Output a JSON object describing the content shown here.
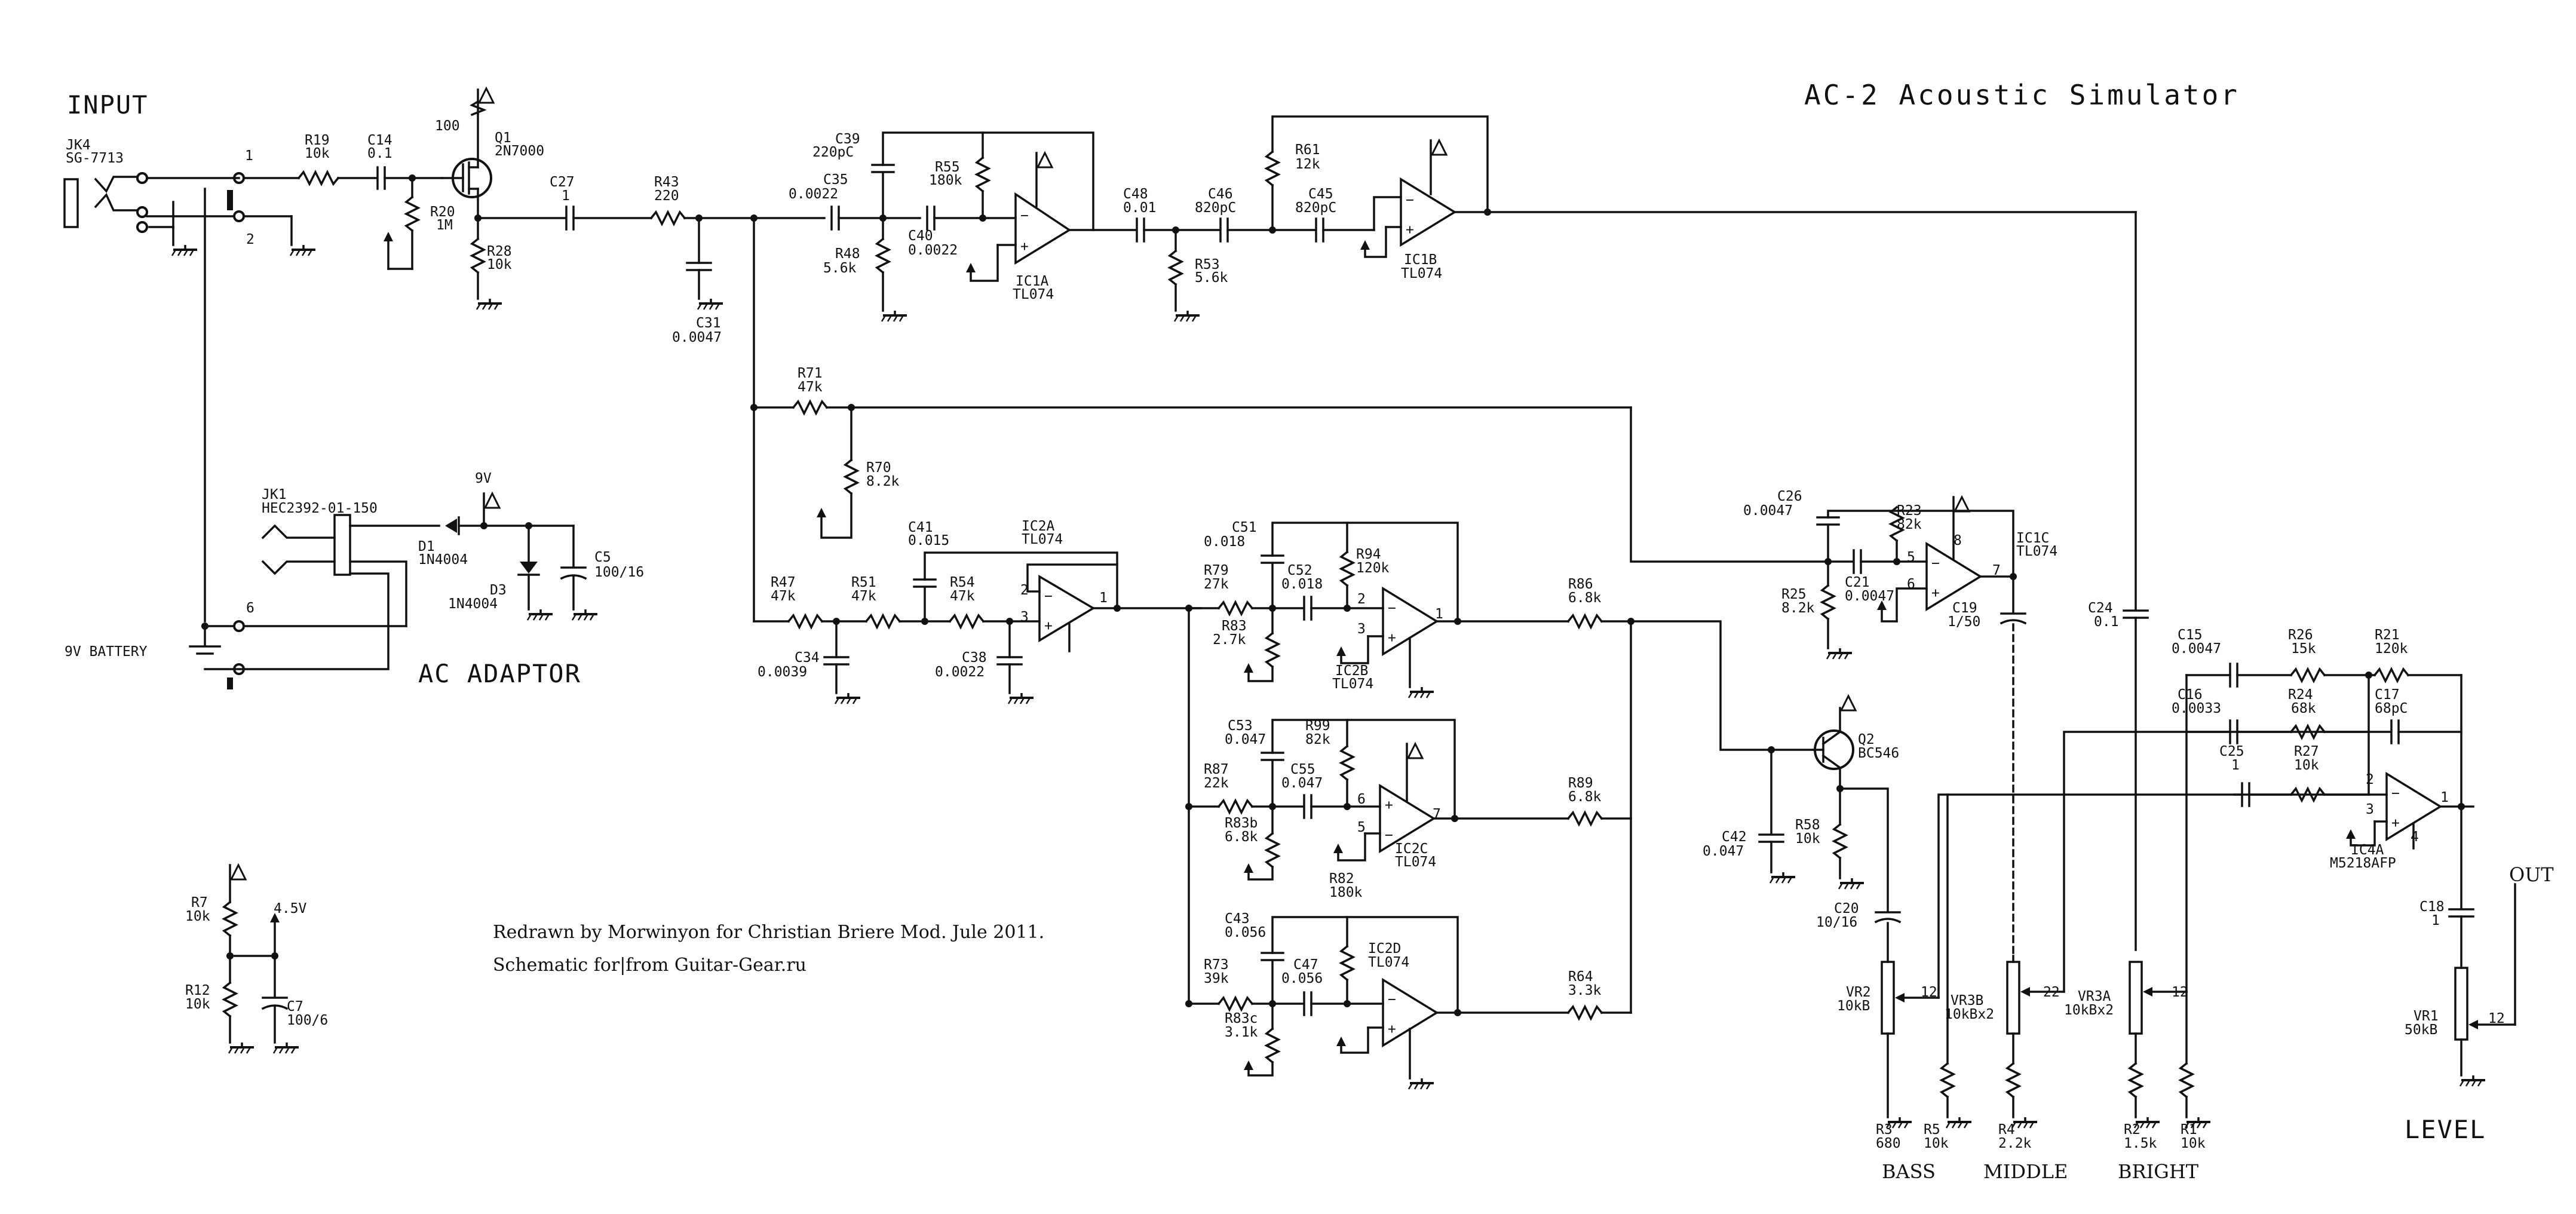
{
  "title": "AC-2   Acoustic Simulator",
  "section_labels": {
    "input": "INPUT",
    "ac_adaptor": "AC ADAPTOR",
    "battery": "9V BATTERY",
    "out": "OUT",
    "level": "LEVEL"
  },
  "credits": {
    "line1": "Redrawn by Morwinyon for Christian Briere Mod. Jule 2011.",
    "line2": "Schematic for|from Guitar-Gear.ru"
  },
  "controls": {
    "bass": "BASS",
    "middle": "MIDDLE",
    "bright": "BRIGHT"
  },
  "supply": {
    "v9": "9V",
    "v45": "4.5V"
  },
  "components": [
    {
      "ref": "JK4",
      "value": "SG-7713"
    },
    {
      "ref": "R19",
      "value": "10k"
    },
    {
      "ref": "C14",
      "value": "0.1"
    },
    {
      "ref": "R20",
      "value": "1M"
    },
    {
      "ref": "Q1",
      "value": "2N7000"
    },
    {
      "ref": "R28",
      "value": "10k"
    },
    {
      "ref": "C27",
      "value": "1"
    },
    {
      "ref": "R43",
      "value": "220"
    },
    {
      "ref": "C31",
      "value": "0.0047"
    },
    {
      "ref": "C39",
      "value": "220pC"
    },
    {
      "ref": "C35",
      "value": "0.0022"
    },
    {
      "ref": "R55",
      "value": "180k"
    },
    {
      "ref": "R48",
      "value": "5.6k"
    },
    {
      "ref": "C40",
      "value": "0.0022"
    },
    {
      "ref": "IC1A",
      "value": "TL074"
    },
    {
      "ref": "C48",
      "value": "0.01"
    },
    {
      "ref": "C46",
      "value": "820pC"
    },
    {
      "ref": "R53",
      "value": "5.6k"
    },
    {
      "ref": "R61",
      "value": "12k"
    },
    {
      "ref": "C45",
      "value": "820pC"
    },
    {
      "ref": "IC1B",
      "value": "TL074"
    },
    {
      "ref": "R71",
      "value": "47k"
    },
    {
      "ref": "R70",
      "value": "8.2k"
    },
    {
      "ref": "JK1",
      "value": "HEC2392-01-150"
    },
    {
      "ref": "D1",
      "value": "1N4004"
    },
    {
      "ref": "D3",
      "value": "1N4004"
    },
    {
      "ref": "C5",
      "value": "100/16"
    },
    {
      "ref": "C41",
      "value": "0.015"
    },
    {
      "ref": "IC2A",
      "value": "TL074"
    },
    {
      "ref": "R47",
      "value": "47k"
    },
    {
      "ref": "R51",
      "value": "47k"
    },
    {
      "ref": "R54",
      "value": "47k"
    },
    {
      "ref": "C34",
      "value": "0.0039"
    },
    {
      "ref": "C38",
      "value": "0.0022"
    },
    {
      "ref": "C51",
      "value": "0.018"
    },
    {
      "ref": "R79",
      "value": "27k"
    },
    {
      "ref": "C52",
      "value": "0.018"
    },
    {
      "ref": "R94",
      "value": "120k"
    },
    {
      "ref": "R83",
      "value": "2.7k"
    },
    {
      "ref": "IC2B",
      "value": "TL074"
    },
    {
      "ref": "R86",
      "value": "6.8k"
    },
    {
      "ref": "C26",
      "value": "0.0047"
    },
    {
      "ref": "R23",
      "value": "82k"
    },
    {
      "ref": "R25",
      "value": "8.2k"
    },
    {
      "ref": "C21",
      "value": "0.0047"
    },
    {
      "ref": "IC1C",
      "value": "TL074"
    },
    {
      "ref": "C19",
      "value": "1/50"
    },
    {
      "ref": "C24",
      "value": "0.1"
    },
    {
      "ref": "C53",
      "value": "0.047"
    },
    {
      "ref": "R99",
      "value": "82k"
    },
    {
      "ref": "R87",
      "value": "22k"
    },
    {
      "ref": "C55",
      "value": "0.047"
    },
    {
      "ref": "R83b",
      "value": "6.8k"
    },
    {
      "ref": "IC2C",
      "value": "TL074"
    },
    {
      "ref": "R82",
      "value": "180k"
    },
    {
      "ref": "R89",
      "value": "6.8k"
    },
    {
      "ref": "Q2",
      "value": "BC546"
    },
    {
      "ref": "C42",
      "value": "0.047"
    },
    {
      "ref": "R58",
      "value": "10k"
    },
    {
      "ref": "C20",
      "value": "10/16"
    },
    {
      "ref": "C43",
      "value": "0.056"
    },
    {
      "ref": "C47",
      "value": "0.056"
    },
    {
      "ref": "IC2D",
      "value": "TL074"
    },
    {
      "ref": "R73",
      "value": "39k"
    },
    {
      "ref": "R83c",
      "value": "3.1k"
    },
    {
      "ref": "R64",
      "value": "3.3k"
    },
    {
      "ref": "C15",
      "value": "0.0047"
    },
    {
      "ref": "R26",
      "value": "15k"
    },
    {
      "ref": "R21",
      "value": "120k"
    },
    {
      "ref": "C16",
      "value": "0.0033"
    },
    {
      "ref": "R24",
      "value": "68k"
    },
    {
      "ref": "C17",
      "value": "68pC"
    },
    {
      "ref": "C25",
      "value": "1"
    },
    {
      "ref": "R27",
      "value": "10k"
    },
    {
      "ref": "IC4A",
      "value": "M5218AFP"
    },
    {
      "ref": "C18",
      "value": "1"
    },
    {
      "ref": "VR1",
      "value": "50kB"
    },
    {
      "ref": "VR2",
      "value": "10kB"
    },
    {
      "ref": "VR3B",
      "value": "10kBx2"
    },
    {
      "ref": "VR3A",
      "value": "10kBx2"
    },
    {
      "ref": "R3",
      "value": "680"
    },
    {
      "ref": "R5",
      "value": "10k"
    },
    {
      "ref": "R4",
      "value": "2.2k"
    },
    {
      "ref": "R2",
      "value": "1.5k"
    },
    {
      "ref": "R1",
      "value": "10k"
    },
    {
      "ref": "R7",
      "value": "10k"
    },
    {
      "ref": "R12",
      "value": "10k"
    },
    {
      "ref": "C7",
      "value": "100/6"
    }
  ],
  "pins": [
    "1",
    "2",
    "6",
    "100",
    "2",
    "3",
    "1",
    "5",
    "6",
    "7",
    "8",
    "2",
    "3",
    "1",
    "5",
    "6",
    "7",
    "12",
    "22",
    "12",
    "12",
    "1",
    "3",
    "2",
    "4"
  ]
}
